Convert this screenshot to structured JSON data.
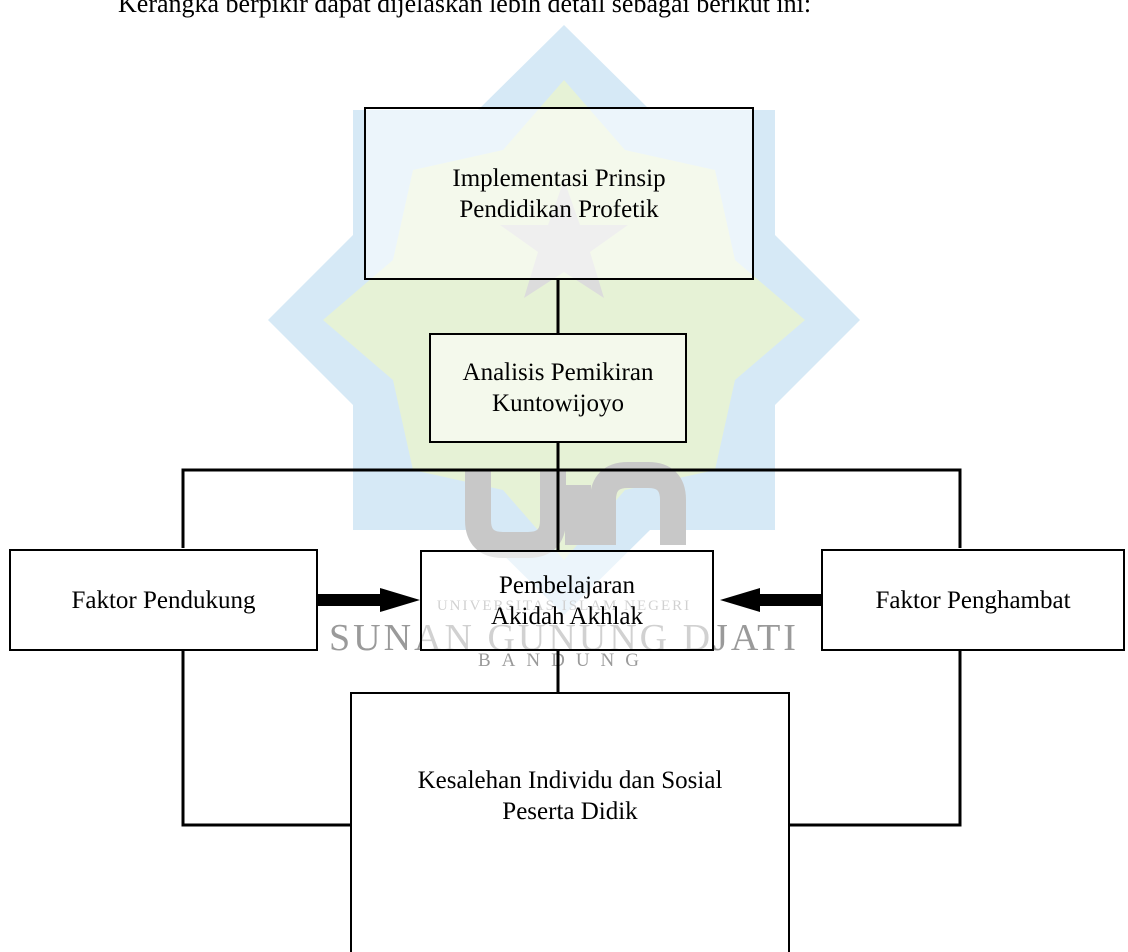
{
  "intro_text": "Kerangka berpikir dapat dijelaskan lebih detail sebagai berikut ini:",
  "boxes": {
    "implementasi": "Implementasi Prinsip\nPendidikan Profetik",
    "analisis": "Analisis Pemikiran\nKuntowijoyo",
    "pendukung": "Faktor Pendukung",
    "pembelajaran": "Pembelajaran\nAkidah Akhlak",
    "penghambat": "Faktor Penghambat",
    "kesalehan": "Kesalehan Individu dan Sosial\nPeserta Didik"
  },
  "watermark": {
    "line1": "UNIVERSITAS ISLAM NEGERI",
    "line2": "SUNAN GUNUNG DJATI",
    "line3": "BANDUNG",
    "colors": {
      "blue": "#d6e9f6",
      "green": "#e6f2d6",
      "logo": "#c8c8c8",
      "text": "#9a9a9a"
    }
  },
  "colors": {
    "line": "#000000",
    "arrow": "#000000",
    "box_border": "#000000"
  }
}
